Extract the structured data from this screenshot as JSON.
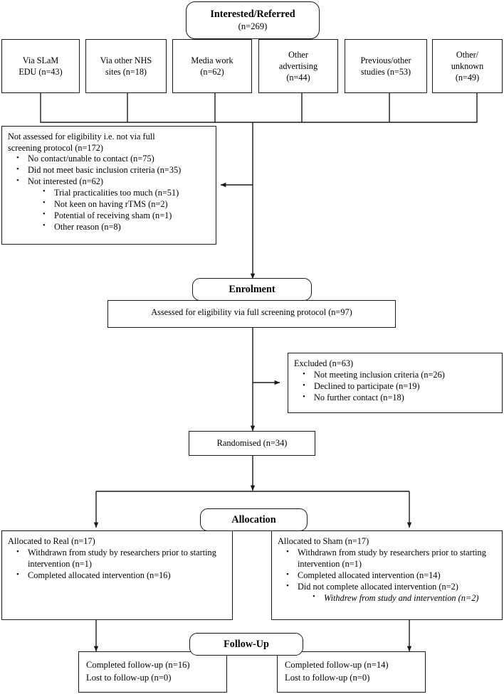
{
  "title": "CONSORT participant flow diagram",
  "stages": {
    "top": {
      "line1": "Interested/Referred",
      "line2": "(n=269)"
    },
    "enrolment": "Enrolment",
    "allocation": "Allocation",
    "followup": "Follow-Up"
  },
  "sources": [
    {
      "name": "slam-edu",
      "l1": "Via  SLaM",
      "l2": "EDU  (n=43)"
    },
    {
      "name": "other-nhs",
      "l1": "Via  other NHS",
      "l2": "sites (n=18)"
    },
    {
      "name": "media-work",
      "l1": "Media work",
      "l2": "(n=62)"
    },
    {
      "name": "other-advertising",
      "l1": "Other",
      "l2": "advertising",
      "l3": "(n=44)"
    },
    {
      "name": "previous-other-studies",
      "l1": "Previous/other",
      "l2": "studies (n=53)"
    },
    {
      "name": "other-unknown",
      "l1": "Other/",
      "l2": "unknown",
      "l3": "(n=49)"
    }
  ],
  "not_assessed": {
    "lead_line1": "Not assessed for eligibility  i.e.  not via full",
    "lead_line2": "screening protocol (n=172)",
    "items": [
      "No contact/unable to contact (n=75)",
      "Did not meet basic inclusion criteria  (n=35)",
      "Not interested (n=62)"
    ],
    "subitems": [
      "Trial practicalities  too much  (n=51)",
      "Not keen on having rTMS  (n=2)",
      "Potential of receiving sham  (n=1)",
      "Other reason (n=8)"
    ]
  },
  "assessed": "Assessed for eligibility  via full  screening protocol (n=97)",
  "excluded": {
    "lead": "Excluded  (n=63)",
    "items": [
      "Not meeting  inclusion criteria  (n=26)",
      "Declined  to participate (n=19)",
      "No further contact (n=18)"
    ]
  },
  "randomised": "Randomised (n=34)",
  "allocation_real": {
    "lead": "Allocated to Real  (n=17)",
    "items": [
      "Withdrawn from  study by researchers prior  to starting intervention (n=1)",
      "Completed  allocated intervention (n=16)"
    ],
    "subitems": []
  },
  "allocation_sham": {
    "lead": "Allocated to Sham  (n=17)",
    "items": [
      "Withdrawn from  study by researchers prior  to starting intervention (n=1)",
      "Completed  allocated intervention (n=14)",
      "Did not complete allocated intervention (n=2)"
    ],
    "subitems": [
      "Withdrew from  study and intervention (n=2)"
    ]
  },
  "followup_real": {
    "line1": "Completed follow-up  (n=16)",
    "line2": "Lost to follow-up  (n=0)"
  },
  "followup_sham": {
    "line1": "Completed follow-up  (n=14)",
    "line2": "Lost to follow-up  (n=0)"
  },
  "colors": {
    "stroke": "#1a1a1a",
    "background": "#ffffff",
    "text": "#000000"
  }
}
